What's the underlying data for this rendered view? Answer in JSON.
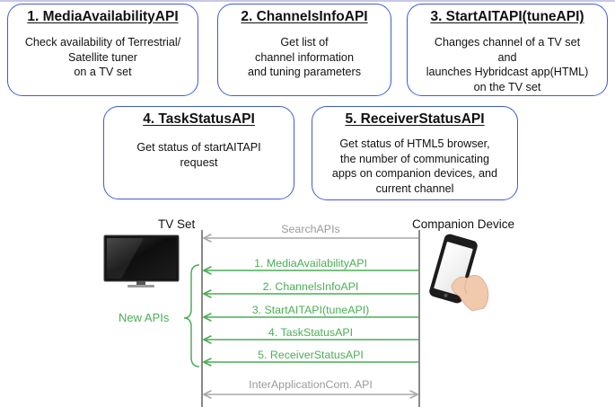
{
  "api_boxes": [
    {
      "title": "1. MediaAvailabilityAPI",
      "desc": [
        "Check availability of Terrestrial/",
        "Satellite tuner",
        "on a TV set"
      ]
    },
    {
      "title": "2. ChannelsInfoAPI",
      "desc": [
        "Get list of",
        "channel information",
        "and tuning parameters"
      ]
    },
    {
      "title": "3. StartAITAPI(tuneAPI)",
      "desc": [
        "Changes channel of a TV set",
        "and",
        "launches Hybridcast app(HTML)",
        "on the TV set"
      ]
    },
    {
      "title": "4. TaskStatusAPI",
      "desc": [
        "Get status of startAITAPI",
        "request"
      ]
    },
    {
      "title": "5. ReceiverStatusAPI",
      "desc": [
        "Get status of HTML5 browser,",
        "the number of communicating",
        "apps on companion devices, and",
        "current channel"
      ]
    }
  ],
  "sequence": {
    "tv_label": "TV Set",
    "device_label": "Companion Device",
    "group_label": "New APIs",
    "search_message": "SearchAPIs",
    "new_api_messages": [
      "1. MediaAvailabilityAPI",
      "2. ChannelsInfoAPI",
      "3. StartAITAPI(tuneAPI)",
      "4. TaskStatusAPI",
      "5. ReceiverStatusAPI"
    ],
    "inter_app_message": "InterApplicationCom. API"
  },
  "colors": {
    "box_border": "#3f5bd6",
    "new_api_green": "#4aae56",
    "existing_api_grey": "#9a9a9a",
    "lifeline": "#111111"
  }
}
